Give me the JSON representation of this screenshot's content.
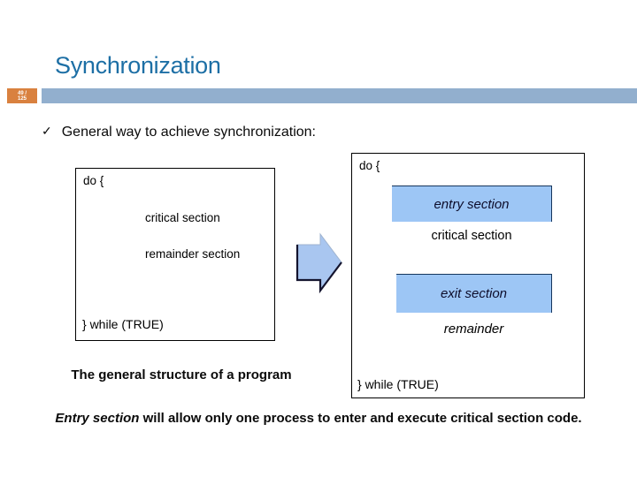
{
  "slide": {
    "title": "Synchronization",
    "slide_number": {
      "line1": "49 /",
      "line2": "125"
    },
    "bullet": {
      "marker": "✓",
      "text": "General way to achieve synchronization:"
    },
    "left_diagram": {
      "do_line": "do {",
      "items": [
        "critical section",
        "remainder section"
      ],
      "while_line": "} while (TRUE)",
      "caption": "The general structure of a program"
    },
    "right_diagram": {
      "do_line": "do {",
      "entry_box": "entry section",
      "critical": "critical section",
      "exit_box": "exit section",
      "remainder": "remainder",
      "while_line": "} while (TRUE)"
    },
    "footer": {
      "emphasis": "Entry section",
      "rest": " will allow only one process to enter and execute critical section code."
    },
    "colors": {
      "title": "#1d6fa5",
      "header_bar": "#92afce",
      "slide_number_bg": "#d9813f",
      "highlight_box": "#9dc6f5",
      "arrow_fill": "#a9c6f0"
    }
  }
}
